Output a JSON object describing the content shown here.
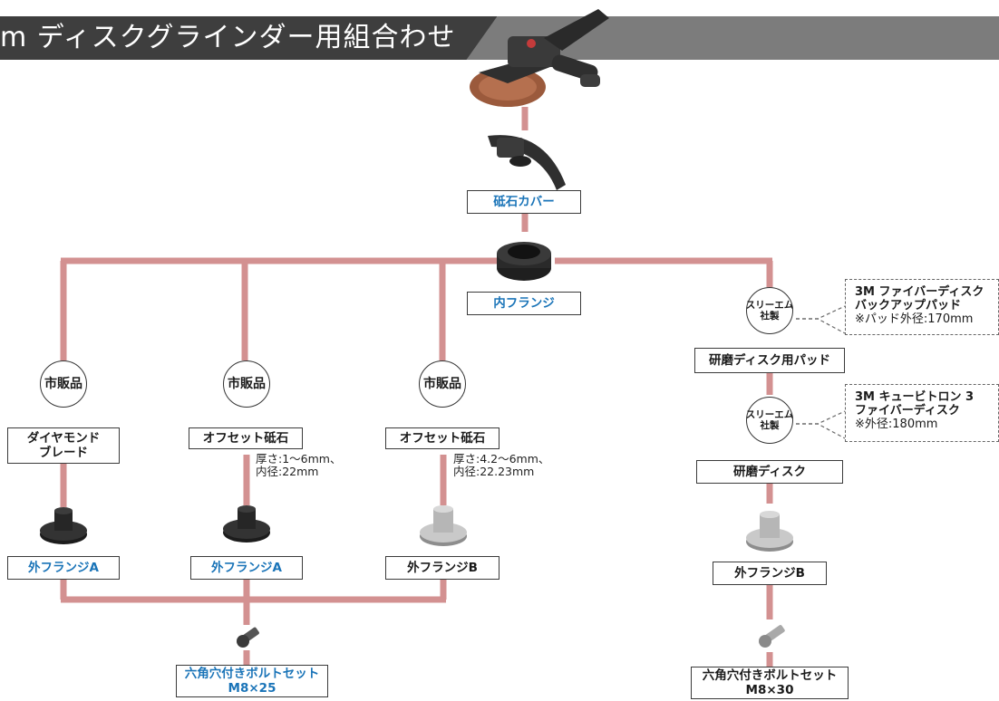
{
  "title": "m ディスクグラインダー用組合わせ",
  "colors": {
    "connector": "#d39191",
    "blue_text": "#1a74b8",
    "header_dark": "#3e3e3e",
    "header_light": "#7c7c7c"
  },
  "top_chain": {
    "cover": "砥石カバー",
    "inner_flange": "内フランジ"
  },
  "branches": [
    {
      "badge": "市販品",
      "product_lines": [
        "ダイヤモンド",
        "ブレード"
      ],
      "spec_lines": [],
      "flange": "外フランジA",
      "flange_color": "blue"
    },
    {
      "badge": "市販品",
      "product_lines": [
        "オフセット砥石"
      ],
      "spec_lines": [
        "厚さ:1～6mm、",
        "内径:22mm"
      ],
      "flange": "外フランジA",
      "flange_color": "blue"
    },
    {
      "badge": "市販品",
      "product_lines": [
        "オフセット砥石"
      ],
      "spec_lines": [
        "厚さ:4.2～6mm、",
        "内径:22.23mm"
      ],
      "flange": "外フランジB",
      "flange_color": "dark"
    }
  ],
  "bolt_left": [
    "六角穴付きボルトセット",
    "M8×25"
  ],
  "right_chain": {
    "badge1_lines": [
      "スリーエム",
      "社製"
    ],
    "note1": {
      "title_lines": [
        "3M ファイバーディスク",
        "バックアップパッド"
      ],
      "sub": "※パッド外径:170mm"
    },
    "pad": "研磨ディスク用パッド",
    "badge2_lines": [
      "スリーエム",
      "社製"
    ],
    "note2": {
      "title_lines": [
        "3M キュービトロン 3",
        "ファイバーディスク"
      ],
      "sub": "※外径:180mm"
    },
    "disc": "研磨ディスク",
    "flange": "外フランジB",
    "bolt": [
      "六角穴付きボルトセット",
      "M8×30"
    ]
  },
  "icons": [
    "grinder-image",
    "wheel-cover-image",
    "inner-flange-image",
    "outer-flange-a-image",
    "outer-flange-b-image",
    "hex-bolt-image"
  ]
}
